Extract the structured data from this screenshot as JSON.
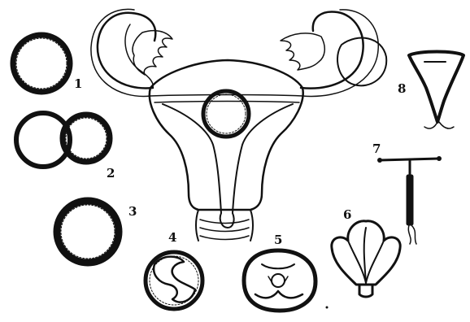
{
  "labels": [
    "1",
    "2",
    "3",
    "4",
    "5",
    "6",
    "7",
    "8"
  ],
  "ink_color": "#111111",
  "paper_color": "#ffffff"
}
